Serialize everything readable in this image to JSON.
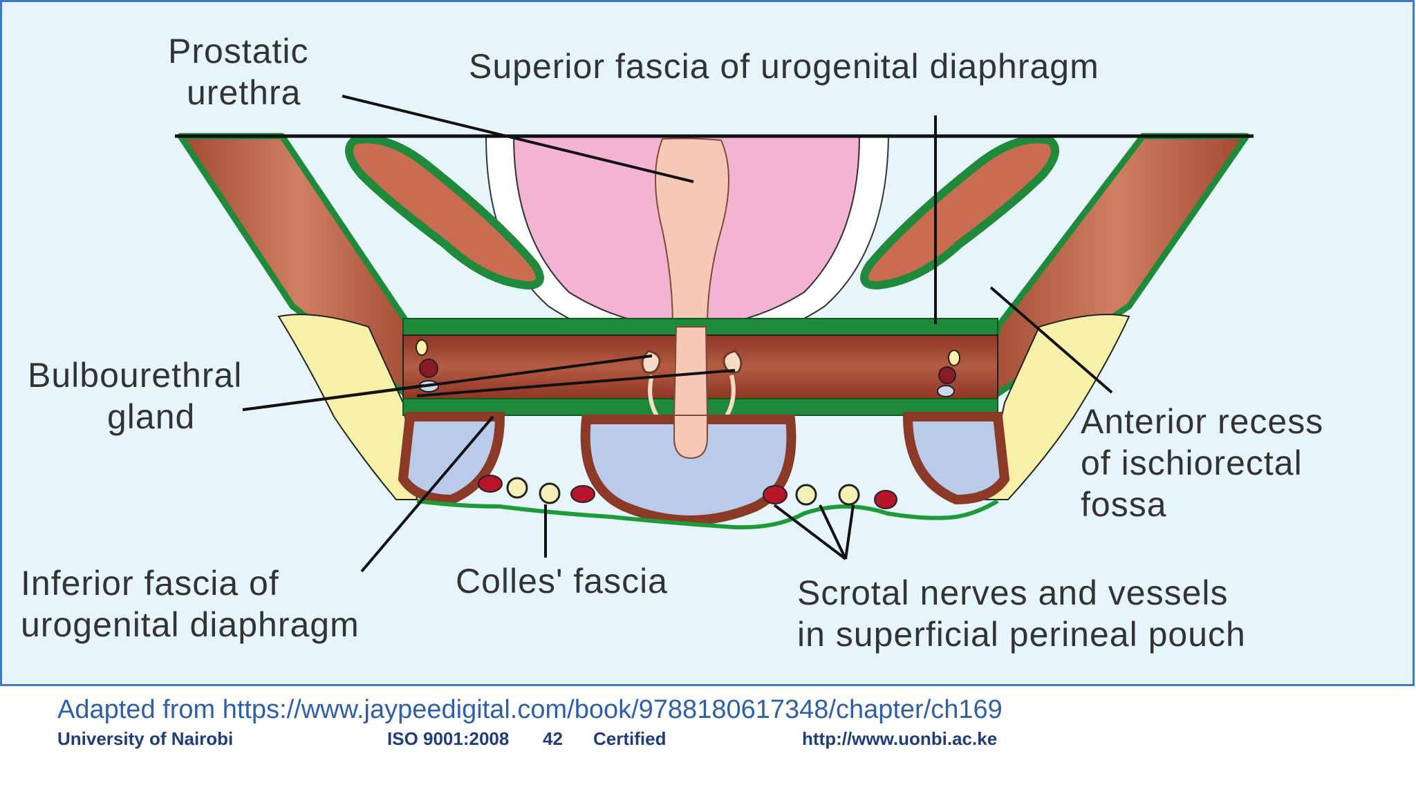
{
  "diagram": {
    "labels": {
      "prostatic_urethra_line1": "Prostatic",
      "prostatic_urethra_line2": "urethra",
      "superior_fascia": "Superior fascia of urogenital diaphragm",
      "bulbourethral_line1": "Bulbourethral",
      "bulbourethral_line2": "gland",
      "anterior_recess_line1": "Anterior recess",
      "anterior_recess_line2": "of ischiorectal",
      "anterior_recess_line3": "fossa",
      "inferior_fascia_line1": "Inferior fascia of",
      "inferior_fascia_line2": "urogenital diaphragm",
      "colles_fascia": "Colles' fascia",
      "scrotal_line1": "Scrotal nerves and vessels",
      "scrotal_line2": "in superficial perineal pouch"
    },
    "colors": {
      "background": "#e6f4fb",
      "frame": "#3d7ac2",
      "fascia_green": "#1f8a3a",
      "muscle": "#a9533a",
      "prostate_pink": "#f3b3d3",
      "urethra": "#f5c9b6",
      "fat_yellow": "#f7f0a8",
      "bulb_blue": "#b9cbe8",
      "vessel_red": "#b8152a",
      "nerve_yellow": "#f6efb8"
    }
  },
  "footer": {
    "source": "Adapted from https://www.jaypeedigital.com/book/9788180617348/chapter/ch169",
    "university": "University of Nairobi",
    "iso": "ISO 9001:2008",
    "page": "42",
    "certified": "Certified",
    "url": "http://www.uonbi.ac.ke"
  }
}
